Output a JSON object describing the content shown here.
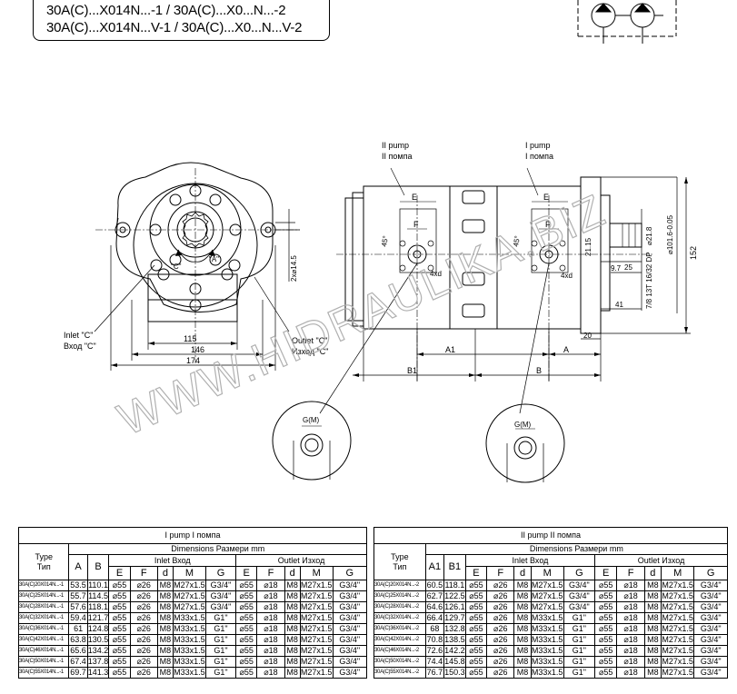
{
  "title": {
    "line1": "30A(C)...X014N...-1 / 30A(C)...X0...N...-2",
    "line2": "30A(C)...X014N...V-1 / 30A(C)...X0...N...V-2"
  },
  "front_view": {
    "dim_115": "115",
    "dim_146": "146",
    "dim_174": "174",
    "holes": "2x⌀14.5",
    "port_c_left": "\"C\"",
    "port_a_right": "\"A\"",
    "inlet_en": "Inlet \"C\"",
    "inlet_ru": "Вход \"C\"",
    "outlet_en": "Outlet \"C\"",
    "outlet_ru": "Изход \"C\""
  },
  "side_view": {
    "pump2_en": "II pump",
    "pump2_ru": "II помпа",
    "pump1_en": "I pump",
    "pump1_ru": "I помпа",
    "E": "E",
    "F": "F",
    "angle": "45°",
    "depth": "4xd",
    "A1": "A1",
    "A": "A",
    "B1": "B1",
    "B": "B",
    "dim_20": "20",
    "dim_41": "41",
    "dim_25": "25",
    "dim_9_7": "9.7",
    "dim_21_15": "21.15",
    "shaft_thread": "7/8 13T 16/32 DP",
    "dim_21_8": "⌀21.8",
    "dim_101_6": "⌀101.6-0.05",
    "dim_152": "152",
    "gm_left": "G(M)",
    "gm_right": "G(M)"
  },
  "watermark": "WWW.HIDRAULIKA.BIZ",
  "table_common": {
    "type_en": "Type",
    "type_ru": "Тип",
    "dims": "Dimensions   Размери   mm",
    "inlet": "Inlet   Вход",
    "outlet": "Outlet   Изход",
    "sub": [
      "E",
      "F",
      "d",
      "M",
      "G",
      "E",
      "F",
      "d",
      "M",
      "G"
    ]
  },
  "table1": {
    "title": "I pump   I помпа",
    "colA": "A",
    "colB": "B",
    "rows": [
      [
        "30A(C)20X014N...-1",
        "53.5",
        "110.1",
        "⌀55",
        "⌀26",
        "M8",
        "M27x1.5",
        "G3/4\"",
        "⌀55",
        "⌀18",
        "M8",
        "M27x1.5",
        "G3/4\""
      ],
      [
        "30A(C)25X014N...-1",
        "55.7",
        "114.5",
        "⌀55",
        "⌀26",
        "M8",
        "M27x1.5",
        "G3/4\"",
        "⌀55",
        "⌀18",
        "M8",
        "M27x1.5",
        "G3/4\""
      ],
      [
        "30A(C)28X014N...-1",
        "57.6",
        "118.1",
        "⌀55",
        "⌀26",
        "M8",
        "M27x1.5",
        "G3/4\"",
        "⌀55",
        "⌀18",
        "M8",
        "M27x1.5",
        "G3/4\""
      ],
      [
        "30A(C)32X014N...-1",
        "59.4",
        "121.7",
        "⌀55",
        "⌀26",
        "M8",
        "M33x1.5",
        "G1\"",
        "⌀55",
        "⌀18",
        "M8",
        "M27x1.5",
        "G3/4\""
      ],
      [
        "30A(C)36X014N...-1",
        "61",
        "124.8",
        "⌀55",
        "⌀26",
        "M8",
        "M33x1.5",
        "G1\"",
        "⌀55",
        "⌀18",
        "M8",
        "M27x1.5",
        "G3/4\""
      ],
      [
        "30A(C)42X014N...-1",
        "63.8",
        "130.5",
        "⌀55",
        "⌀26",
        "M8",
        "M33x1.5",
        "G1\"",
        "⌀55",
        "⌀18",
        "M8",
        "M27x1.5",
        "G3/4\""
      ],
      [
        "30A(C)46X014N...-1",
        "65.6",
        "134.2",
        "⌀55",
        "⌀26",
        "M8",
        "M33x1.5",
        "G1\"",
        "⌀55",
        "⌀18",
        "M8",
        "M27x1.5",
        "G3/4\""
      ],
      [
        "30A(C)50X014N...-1",
        "67.4",
        "137.8",
        "⌀55",
        "⌀26",
        "M8",
        "M33x1.5",
        "G1\"",
        "⌀55",
        "⌀18",
        "M8",
        "M27x1.5",
        "G3/4\""
      ],
      [
        "30A(C)55X014N...-1",
        "69.7",
        "141.3",
        "⌀55",
        "⌀26",
        "M8",
        "M33x1.5",
        "G1\"",
        "⌀55",
        "⌀18",
        "M8",
        "M27x1.5",
        "G3/4\""
      ]
    ]
  },
  "table2": {
    "title": "II pump   II помпа",
    "colA": "A1",
    "colB": "B1",
    "rows": [
      [
        "30A(C)20X014N...-2",
        "60.5",
        "118.1",
        "⌀55",
        "⌀26",
        "M8",
        "M27x1.5",
        "G3/4\"",
        "⌀55",
        "⌀18",
        "M8",
        "M27x1.5",
        "G3/4\""
      ],
      [
        "30A(C)25X014N...-2",
        "62.7",
        "122.5",
        "⌀55",
        "⌀26",
        "M8",
        "M27x1.5",
        "G3/4\"",
        "⌀55",
        "⌀18",
        "M8",
        "M27x1.5",
        "G3/4\""
      ],
      [
        "30A(C)28X014N...-2",
        "64.6",
        "126.1",
        "⌀55",
        "⌀26",
        "M8",
        "M27x1.5",
        "G3/4\"",
        "⌀55",
        "⌀18",
        "M8",
        "M27x1.5",
        "G3/4\""
      ],
      [
        "30A(C)32X014N...-2",
        "66.4",
        "129.7",
        "⌀55",
        "⌀26",
        "M8",
        "M33x1.5",
        "G1\"",
        "⌀55",
        "⌀18",
        "M8",
        "M27x1.5",
        "G3/4\""
      ],
      [
        "30A(C)36X014N...-2",
        "68",
        "132.8",
        "⌀55",
        "⌀26",
        "M8",
        "M33x1.5",
        "G1\"",
        "⌀55",
        "⌀18",
        "M8",
        "M27x1.5",
        "G3/4\""
      ],
      [
        "30A(C)42X014N...-2",
        "70.8",
        "138.5",
        "⌀55",
        "⌀26",
        "M8",
        "M33x1.5",
        "G1\"",
        "⌀55",
        "⌀18",
        "M8",
        "M27x1.5",
        "G3/4\""
      ],
      [
        "30A(C)46X014N...-2",
        "72.6",
        "142.2",
        "⌀55",
        "⌀26",
        "M8",
        "M33x1.5",
        "G1\"",
        "⌀55",
        "⌀18",
        "M8",
        "M27x1.5",
        "G3/4\""
      ],
      [
        "30A(C)50X014N...-2",
        "74.4",
        "145.8",
        "⌀55",
        "⌀26",
        "M8",
        "M33x1.5",
        "G1\"",
        "⌀55",
        "⌀18",
        "M8",
        "M27x1.5",
        "G3/4\""
      ],
      [
        "30A(C)55X014N...-2",
        "76.7",
        "150.3",
        "⌀55",
        "⌀26",
        "M8",
        "M33x1.5",
        "G1\"",
        "⌀55",
        "⌀18",
        "M8",
        "M27x1.5",
        "G3/4\""
      ]
    ]
  }
}
